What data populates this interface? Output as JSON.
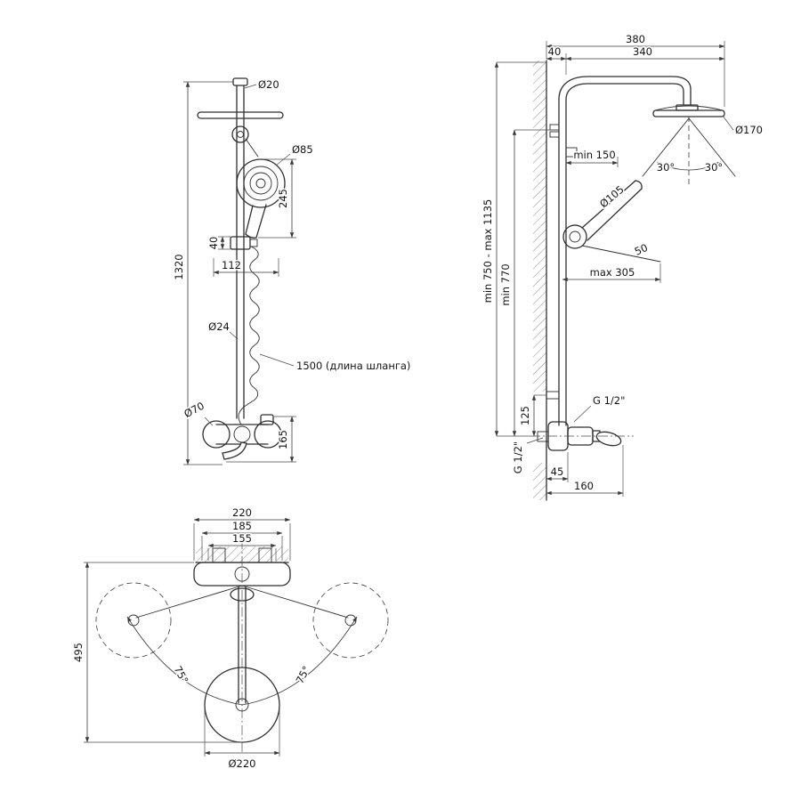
{
  "page": {
    "background": "#ffffff",
    "line_color": "#2f2f2f"
  },
  "drawing": {
    "front_view": {
      "labels": {
        "pipe_top_diameter": "Ø20",
        "hand_shower_diameter": "Ø85",
        "hand_shower_height": "245",
        "slider_height": "40",
        "hand_shower_offset": "112",
        "total_height": "1320",
        "pipe_diameter": "Ø24",
        "hose_length": "1500 (длина шланга)",
        "escutcheon_diameter": "Ø70",
        "mixer_height": "165"
      }
    },
    "side_view": {
      "labels": {
        "arm_reach_total": "380",
        "wall_offset": "40",
        "arm_reach": "340",
        "head_diameter": "Ø170",
        "min_clearance": "min 150",
        "spray_angle_left": "30°",
        "spray_angle_right": "30°",
        "hand_shower_diameter": "Ø105",
        "hand_shower_depth": "50",
        "max_reach": "max 305",
        "column_height_range": "min 750 - max 1135",
        "min_height": "min 770",
        "thread_size_right": "G 1/2\"",
        "thread_size_left": "G 1/2\"",
        "connection_offset": "125",
        "body_depth": "45",
        "total_depth": "160"
      }
    },
    "top_view": {
      "labels": {
        "body_width": "220",
        "escutcheon_span": "185",
        "supply_span": "155",
        "spout_reach": "495",
        "swivel_angle_left": "75°",
        "swivel_angle_right": "75°",
        "spout_circle_diameter": "Ø220"
      }
    }
  }
}
